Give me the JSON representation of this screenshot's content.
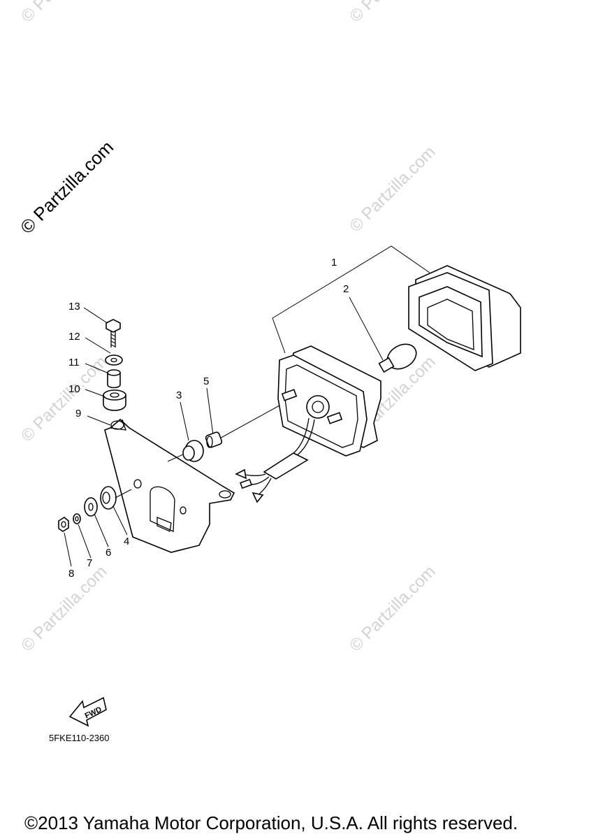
{
  "watermark": {
    "small_text": "© Partzilla.com",
    "large_text": "© Partzilla.com"
  },
  "callouts": [
    "1",
    "2",
    "3",
    "4",
    "5",
    "6",
    "7",
    "8",
    "9",
    "10",
    "11",
    "12",
    "13"
  ],
  "fwd_label": "FWD",
  "part_code": "5FKE110-2360",
  "copyright": "©2013 Yamaha Motor Corporation, U.S.A. All rights reserved."
}
